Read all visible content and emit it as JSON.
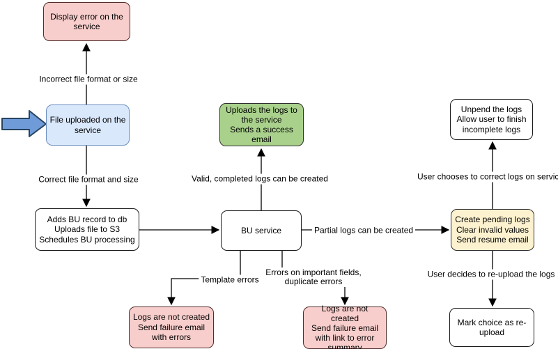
{
  "palette": {
    "pink_fill": "#f8cecc",
    "pink_stroke": "#4f2d2b",
    "blue_fill": "#dae8fc",
    "blue_stroke": "#6c8ebf",
    "green_fill": "#a9d18c",
    "yellow_fill": "#fdf2cf",
    "white_fill": "#ffffff",
    "dark_stroke": "#1a1a1a",
    "entry_arrow_fill": "#6f9bd9",
    "entry_arrow_stroke": "#27435f",
    "edge_color": "#000000",
    "background": "#ffffff"
  },
  "nodes": {
    "display_error": {
      "label": "Display error on the\nservice"
    },
    "file_uploaded": {
      "label": "File uploaded on the\nservice"
    },
    "adds_bu_record": {
      "label": "Adds BU record to db\nUploads file to S3\nSchedules BU processing"
    },
    "uploads_logs": {
      "label": "Uploads the logs to\nthe service\nSends a success\nemail"
    },
    "bu_service": {
      "label": "BU service"
    },
    "logs_not_created_errors": {
      "label": "Logs are not created\nSend failure email\nwith errors"
    },
    "logs_not_created_summary": {
      "label": "Logs are not created\nSend failure email\nwith link to error\nsummary"
    },
    "create_pending_logs": {
      "label": "Create pending logs\nClear invalid values\nSend resume email"
    },
    "unpend_logs": {
      "label": "Unpend the logs\nAllow user to finish\nincomplete logs"
    },
    "mark_reupload": {
      "label": "Mark choice as re-\nupload"
    }
  },
  "edge_labels": {
    "incorrect_format": "Incorrect file format or size",
    "correct_format": "Correct file format and size",
    "valid_logs": "Valid, completed logs can be created",
    "partial_logs": "Partial logs can be created",
    "template_errors": "Template errors",
    "important_field_errors": "Errors on important fields,\nduplicate errors",
    "user_corrects": "User chooses to correct logs on service",
    "user_reuploads": "User decides to re-upload the logs"
  }
}
